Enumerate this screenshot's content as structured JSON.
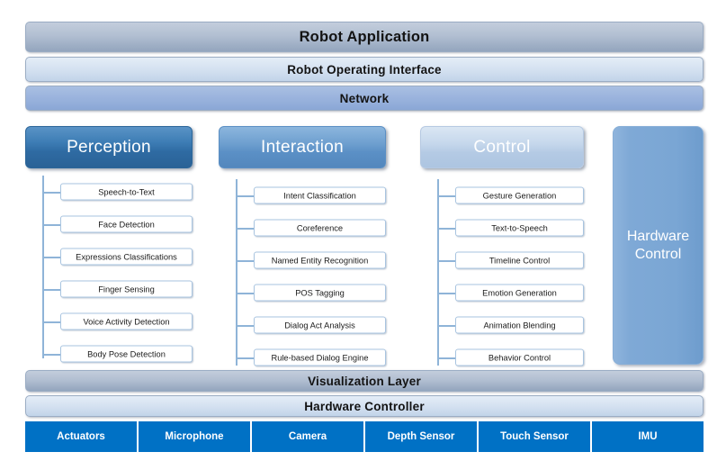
{
  "layers": {
    "robot_application": "Robot Application",
    "robot_operating_interface": "Robot Operating Interface",
    "network": "Network",
    "visualization_layer": "Visualization Layer",
    "hardware_controller": "Hardware Controller"
  },
  "branches": [
    {
      "title": "Perception",
      "items": [
        "Speech-to-Text",
        "Face Detection",
        "Expressions Classifications",
        "Finger Sensing",
        "Voice Activity Detection",
        "Body Pose Detection"
      ]
    },
    {
      "title": "Interaction",
      "items": [
        "Intent Classification",
        "Coreference",
        "Named Entity Recognition",
        "POS Tagging",
        "Dialog Act Analysis",
        "Rule-based Dialog Engine"
      ]
    },
    {
      "title": "Control",
      "items": [
        "Gesture Generation",
        "Text-to-Speech",
        "Timeline Control",
        "Emotion Generation",
        "Animation Blending",
        "Behavior Control"
      ]
    }
  ],
  "hardware_control": {
    "line1": "Hardware",
    "line2": "Control"
  },
  "sensors": [
    "Actuators",
    "Microphone",
    "Camera",
    "Depth Sensor",
    "Touch Sensor",
    "IMU"
  ],
  "colors": {
    "sensor_blue": "#0071c5",
    "bar_gray": "#93a5bd",
    "bar_pale": "#d3e0f0",
    "bar_blue": "#9ab3dd",
    "header_dark": "#2f6ba3",
    "header_mid": "#5b90c6",
    "header_light": "#b4cae4",
    "connector": "#8fb4d8"
  }
}
